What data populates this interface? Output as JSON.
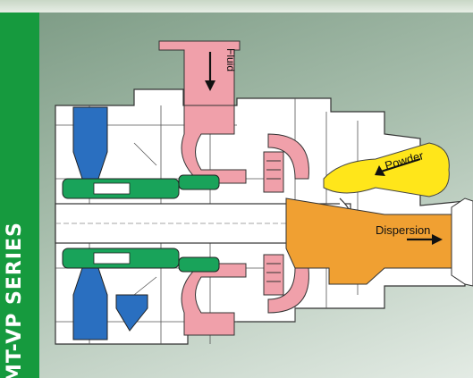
{
  "sidebar": {
    "series_label": "MT-VP SERIES"
  },
  "diagram": {
    "fluid_label": "Fluid",
    "powder_label": "Powder",
    "dispersion_label": "Dispersion"
  },
  "colors": {
    "sidebar": "#169a3e",
    "fluid": "#f0a0aa",
    "rotor_blue": "#2a6fc0",
    "seal_green": "#19a35a",
    "powder": "#ffe61a",
    "dispersion": "#f0a032"
  }
}
